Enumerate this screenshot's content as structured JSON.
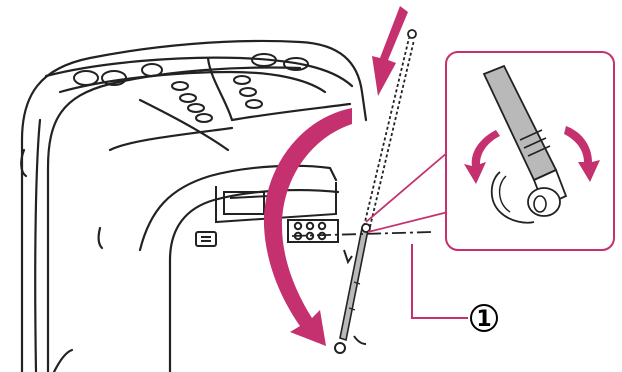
{
  "diagram": {
    "callout": {
      "number": "1"
    },
    "colors": {
      "outline": "#222222",
      "arrow": "#c5306e",
      "callout_frame": "#c5306e",
      "antenna_fill": "#b9b9b9",
      "background": "#ffffff"
    },
    "parts": {
      "speaker": "speaker-body",
      "antenna": "fm-antenna",
      "rotate_arrows": "rotate-arrow-icons",
      "detail": "antenna-joint-detail"
    }
  }
}
